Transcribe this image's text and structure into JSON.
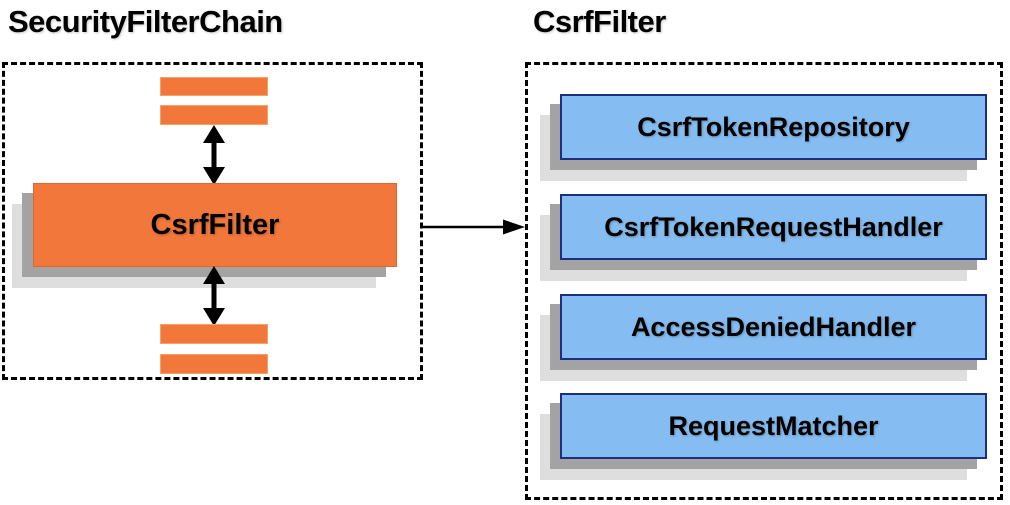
{
  "diagram": {
    "left_panel": {
      "title": "SecurityFilterChain",
      "filter_box_label": "CsrfFilter"
    },
    "right_panel": {
      "title": "CsrfFilter",
      "items": [
        {
          "label": "CsrfTokenRepository"
        },
        {
          "label": "CsrfTokenRequestHandler"
        },
        {
          "label": "AccessDeniedHandler"
        },
        {
          "label": "RequestMatcher"
        }
      ]
    },
    "colors": {
      "orange": "#F2773B",
      "orange_border": "#E2662E",
      "orange_hilite": "#F6A167",
      "blue_fill": "#85BDF2",
      "blue_border": "#1A2F7E",
      "shadow_dark": "#A3A3A3",
      "shadow_light": "#DEDEDE",
      "ink": "#000000"
    }
  }
}
